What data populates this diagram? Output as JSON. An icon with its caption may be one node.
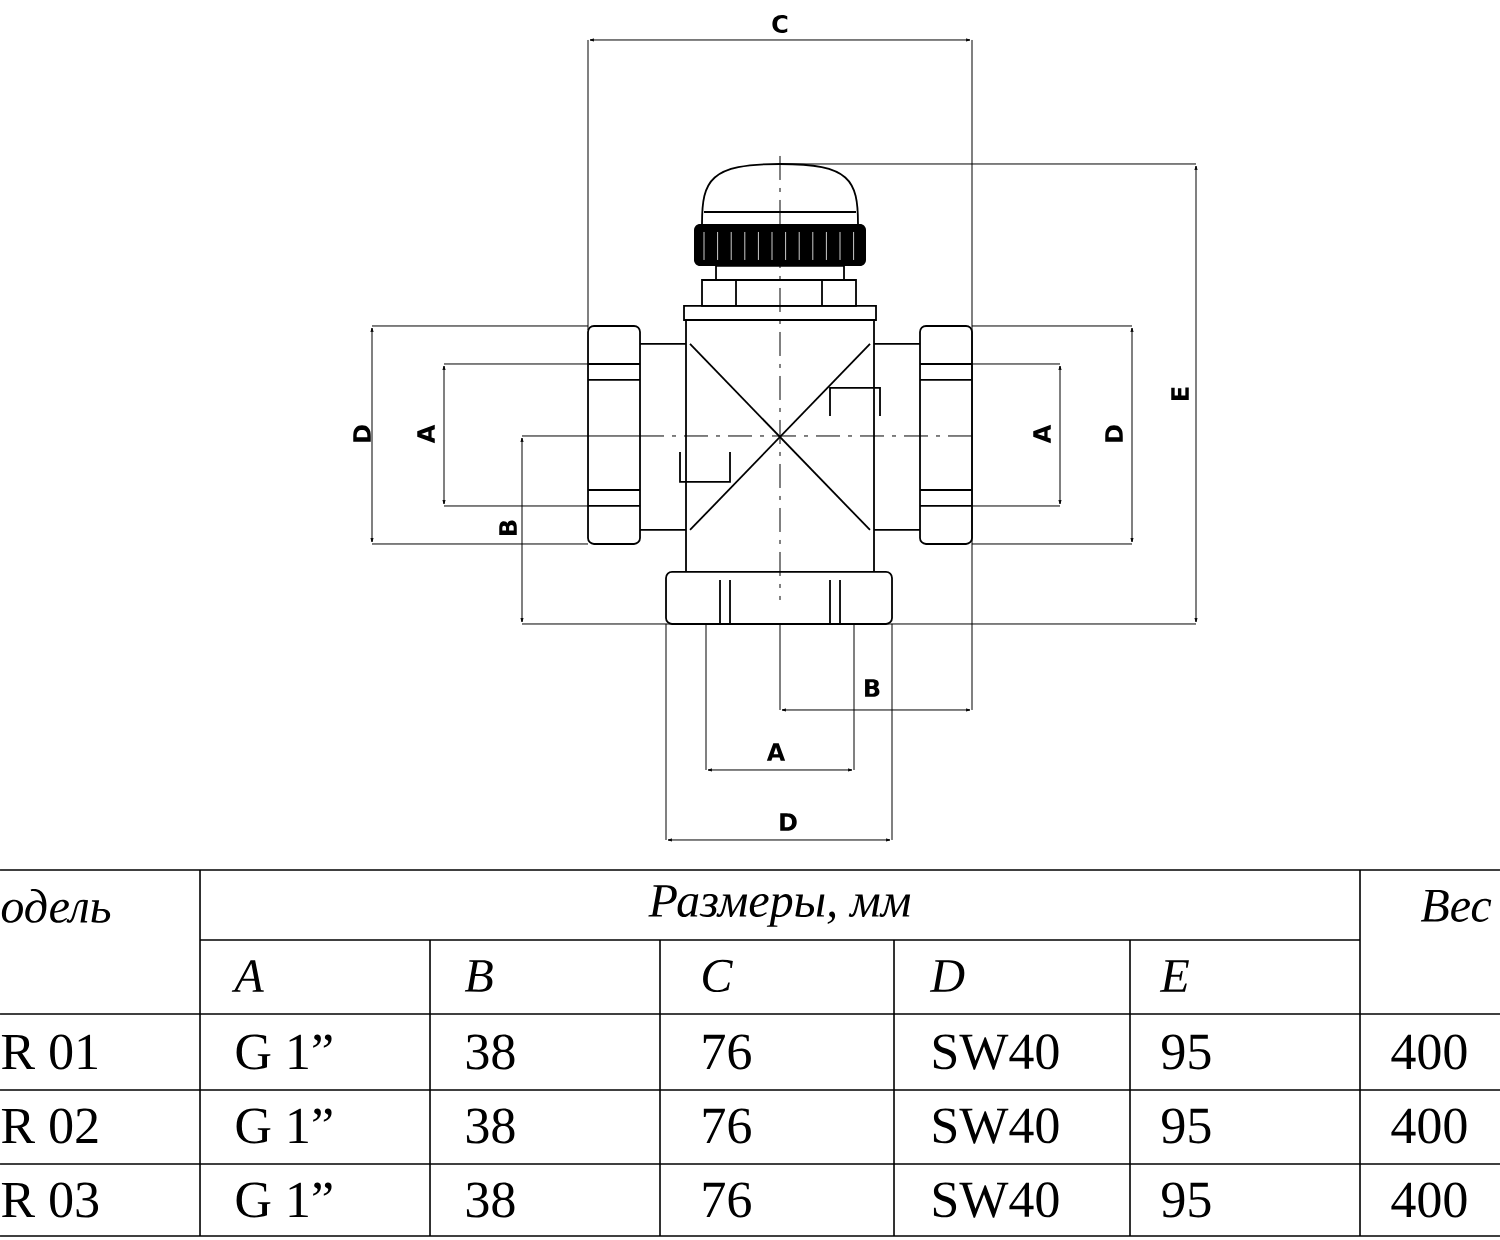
{
  "diagram": {
    "labels": [
      "C",
      "D",
      "A",
      "A",
      "D",
      "E",
      "B",
      "B",
      "A",
      "D",
      "одель",
      "Размеры, мм",
      "Вес",
      "A",
      "B",
      "C",
      "D",
      "E",
      "R 01",
      "G 1”",
      "38",
      "76",
      "SW40",
      "95",
      "400",
      "R 02",
      "G 1”",
      "38",
      "76",
      "SW40",
      "95",
      "400",
      "R 03",
      "G 1”",
      "38",
      "76",
      "SW40",
      "95",
      "400"
    ]
  }
}
